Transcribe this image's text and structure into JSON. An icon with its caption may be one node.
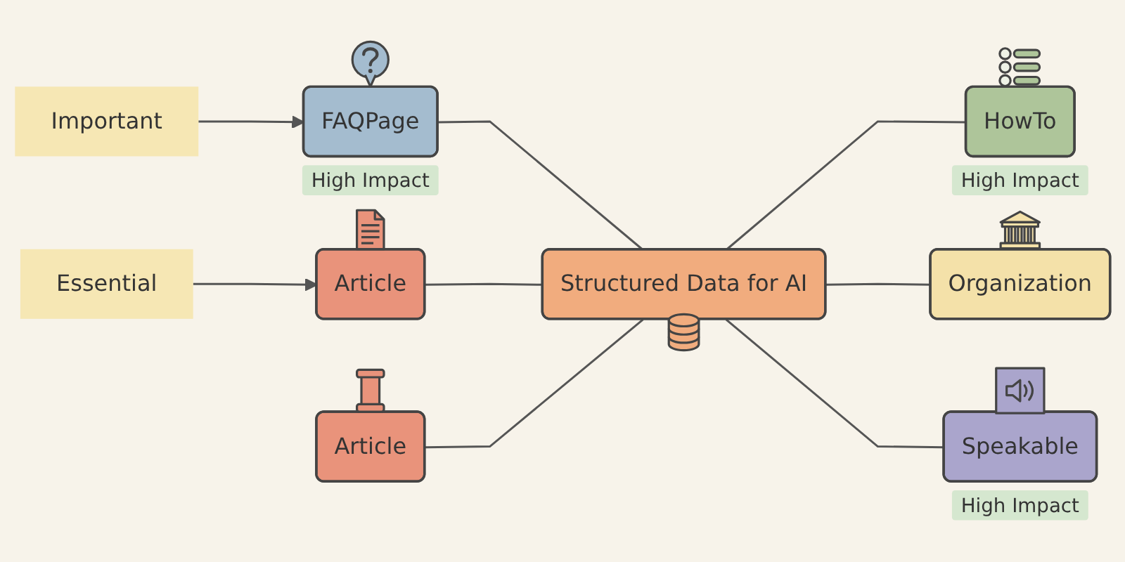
{
  "diagram": {
    "nodes": [
      {
        "text": [
          "Important"
        ]
      },
      {
        "text": [
          "FAQPage"
        ],
        "beside": [
          "High Impact"
        ]
      },
      {
        "text": [
          "HowTo"
        ],
        "beside": [
          "High Impact"
        ]
      },
      {
        "text": [
          "Essential"
        ]
      },
      {
        "text": [
          "Structured Data for AI"
        ]
      },
      {
        "text": [
          "Article"
        ]
      },
      {
        "text": [
          "Organization"
        ]
      },
      {
        "text": [
          "Article"
        ]
      },
      {
        "text": [
          "Speakable"
        ],
        "beside": [
          "High Impact"
        ]
      }
    ],
    "edges": [
      {
        "from": 0,
        "to": 1,
        "arrow": "to"
      },
      {
        "from": 3,
        "to": 5,
        "arrow": "to"
      },
      {
        "from": 1,
        "to": 4,
        "arrow": "none"
      },
      {
        "from": 4,
        "to": 2,
        "arrow": "none"
      },
      {
        "from": 5,
        "to": 4,
        "arrow": "none"
      },
      {
        "from": 4,
        "to": 6,
        "arrow": "none"
      },
      {
        "from": 7,
        "to": 4,
        "arrow": "none"
      },
      {
        "from": 4,
        "to": 8,
        "arrow": "none"
      }
    ]
  }
}
